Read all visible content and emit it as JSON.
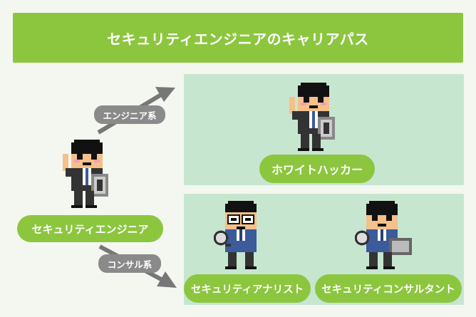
{
  "title": "セキュリティエンジニアのキャリアパス",
  "start_role": "セキュリティエンジニア",
  "paths": {
    "engineer_track": "エンジニア系",
    "consultant_track": "コンサル系"
  },
  "roles": {
    "white_hacker": "ホワイトハッカー",
    "analyst": "セキュリティアナリスト",
    "consultant": "セキュリティコンサルタント"
  },
  "colors": {
    "accent_green": "#8cc63f",
    "panel_green": "#c7e6d0",
    "tag_gray": "#8a8a8a",
    "arrow_gray": "#777777",
    "background": "#f3f7f0"
  },
  "icons": {
    "start": "pixel-engineer-with-shield",
    "white_hacker": "pixel-hacker-with-shield",
    "analyst": "pixel-analyst-with-magnifier",
    "consultant": "pixel-consultant-with-laptop"
  }
}
